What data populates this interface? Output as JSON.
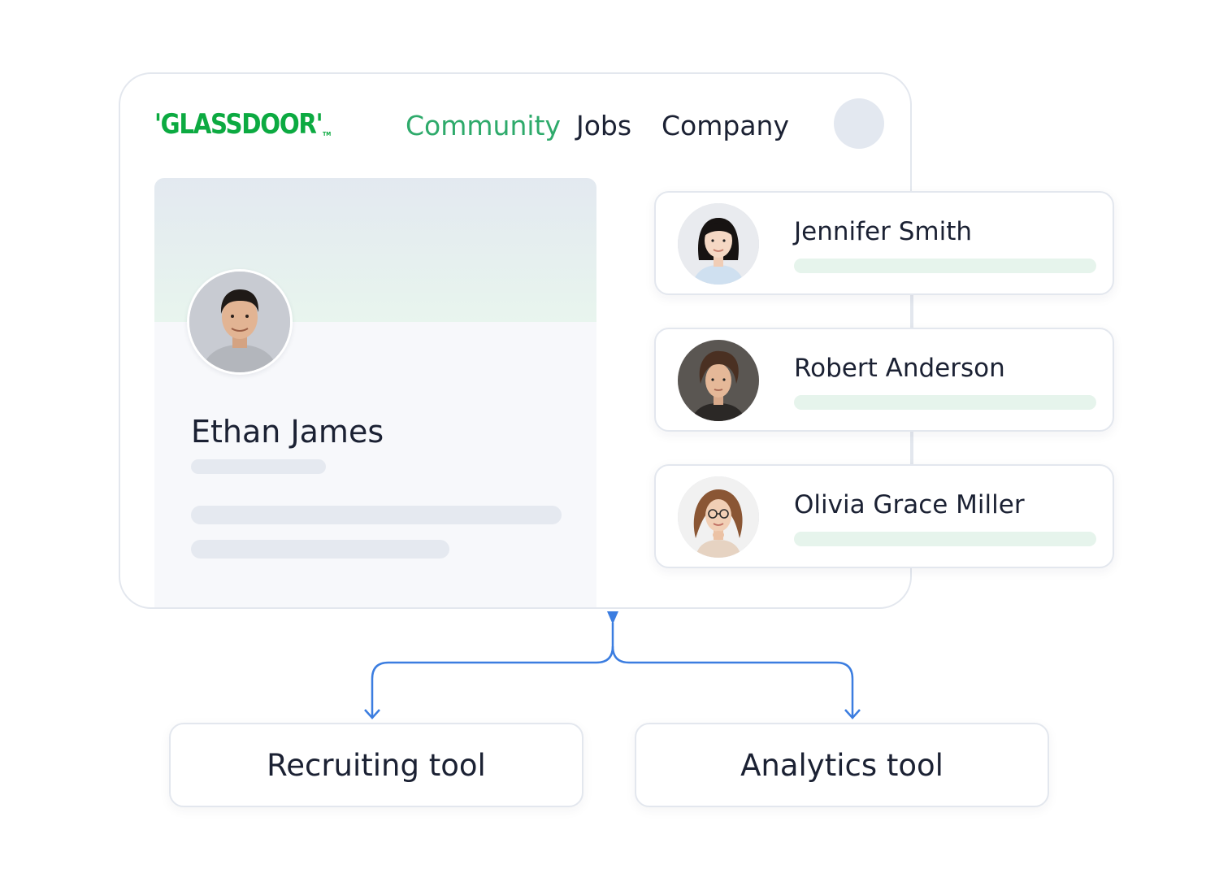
{
  "browser": {
    "logo_text": "'GLASSDOOR'",
    "logo_tm": "TM",
    "nav": [
      {
        "label": "Community",
        "active": true
      },
      {
        "label": "Jobs",
        "active": false
      },
      {
        "label": "Company",
        "active": false
      }
    ]
  },
  "profile": {
    "name": "Ethan James"
  },
  "people": [
    {
      "name": "Jennifer Smith"
    },
    {
      "name": "Robert Anderson"
    },
    {
      "name": "Olivia Grace Miller"
    }
  ],
  "tools": [
    {
      "label": "Recruiting tool"
    },
    {
      "label": "Analytics tool"
    }
  ],
  "colors": {
    "brand_green": "#0caa41",
    "nav_active": "#2eaa6b",
    "connector_blue": "#3b7de0"
  }
}
